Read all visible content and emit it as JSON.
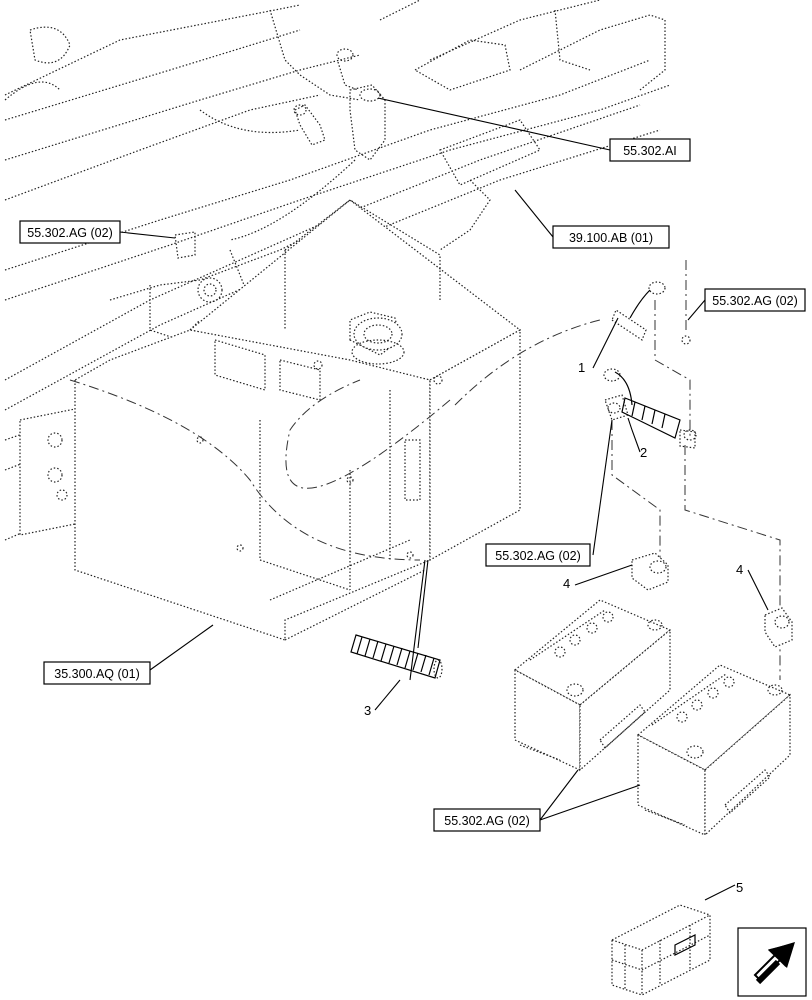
{
  "references": {
    "ref_ai": "55.302.AI",
    "ref_ab": "39.100.AB (01)",
    "ref_ag_left": "55.302.AG (02)",
    "ref_ag_right": "55.302.AG (02)",
    "ref_ag_mid": "55.302.AG (02)",
    "ref_aq": "35.300.AQ (01)",
    "ref_ag_bottom": "55.302.AG (02)"
  },
  "callouts": {
    "c1": "1",
    "c2": "2",
    "c3": "3",
    "c4a": "4",
    "c4b": "4",
    "c5": "5"
  },
  "icons": {
    "nav": "next-page-arrow-icon",
    "crate": "packing-crate-icon"
  },
  "colors": {
    "line": "#000000",
    "background": "#ffffff"
  }
}
